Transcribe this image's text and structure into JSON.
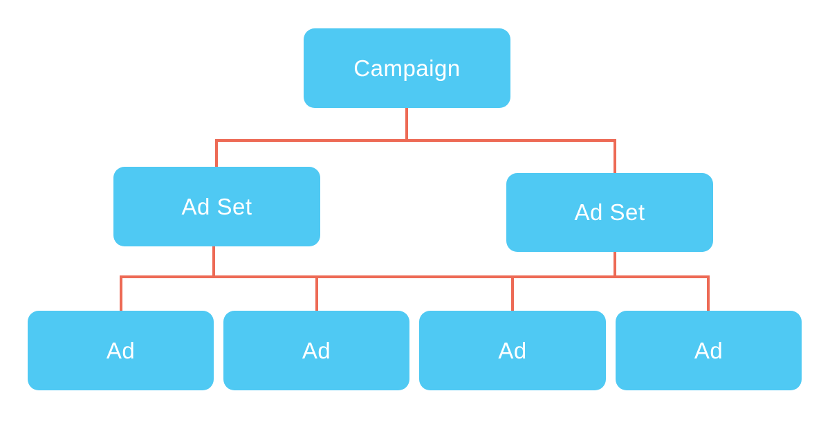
{
  "diagram": {
    "type": "hierarchy-tree",
    "colors": {
      "node_fill": "#4FC9F3",
      "node_text": "#FFFFFF",
      "connector": "#ED6A55",
      "background": "#FFFFFF"
    },
    "root": {
      "label": "Campaign"
    },
    "ad_sets": [
      {
        "label": "Ad Set"
      },
      {
        "label": "Ad Set"
      }
    ],
    "ads": [
      {
        "label": "Ad"
      },
      {
        "label": "Ad"
      },
      {
        "label": "Ad"
      },
      {
        "label": "Ad"
      }
    ]
  }
}
